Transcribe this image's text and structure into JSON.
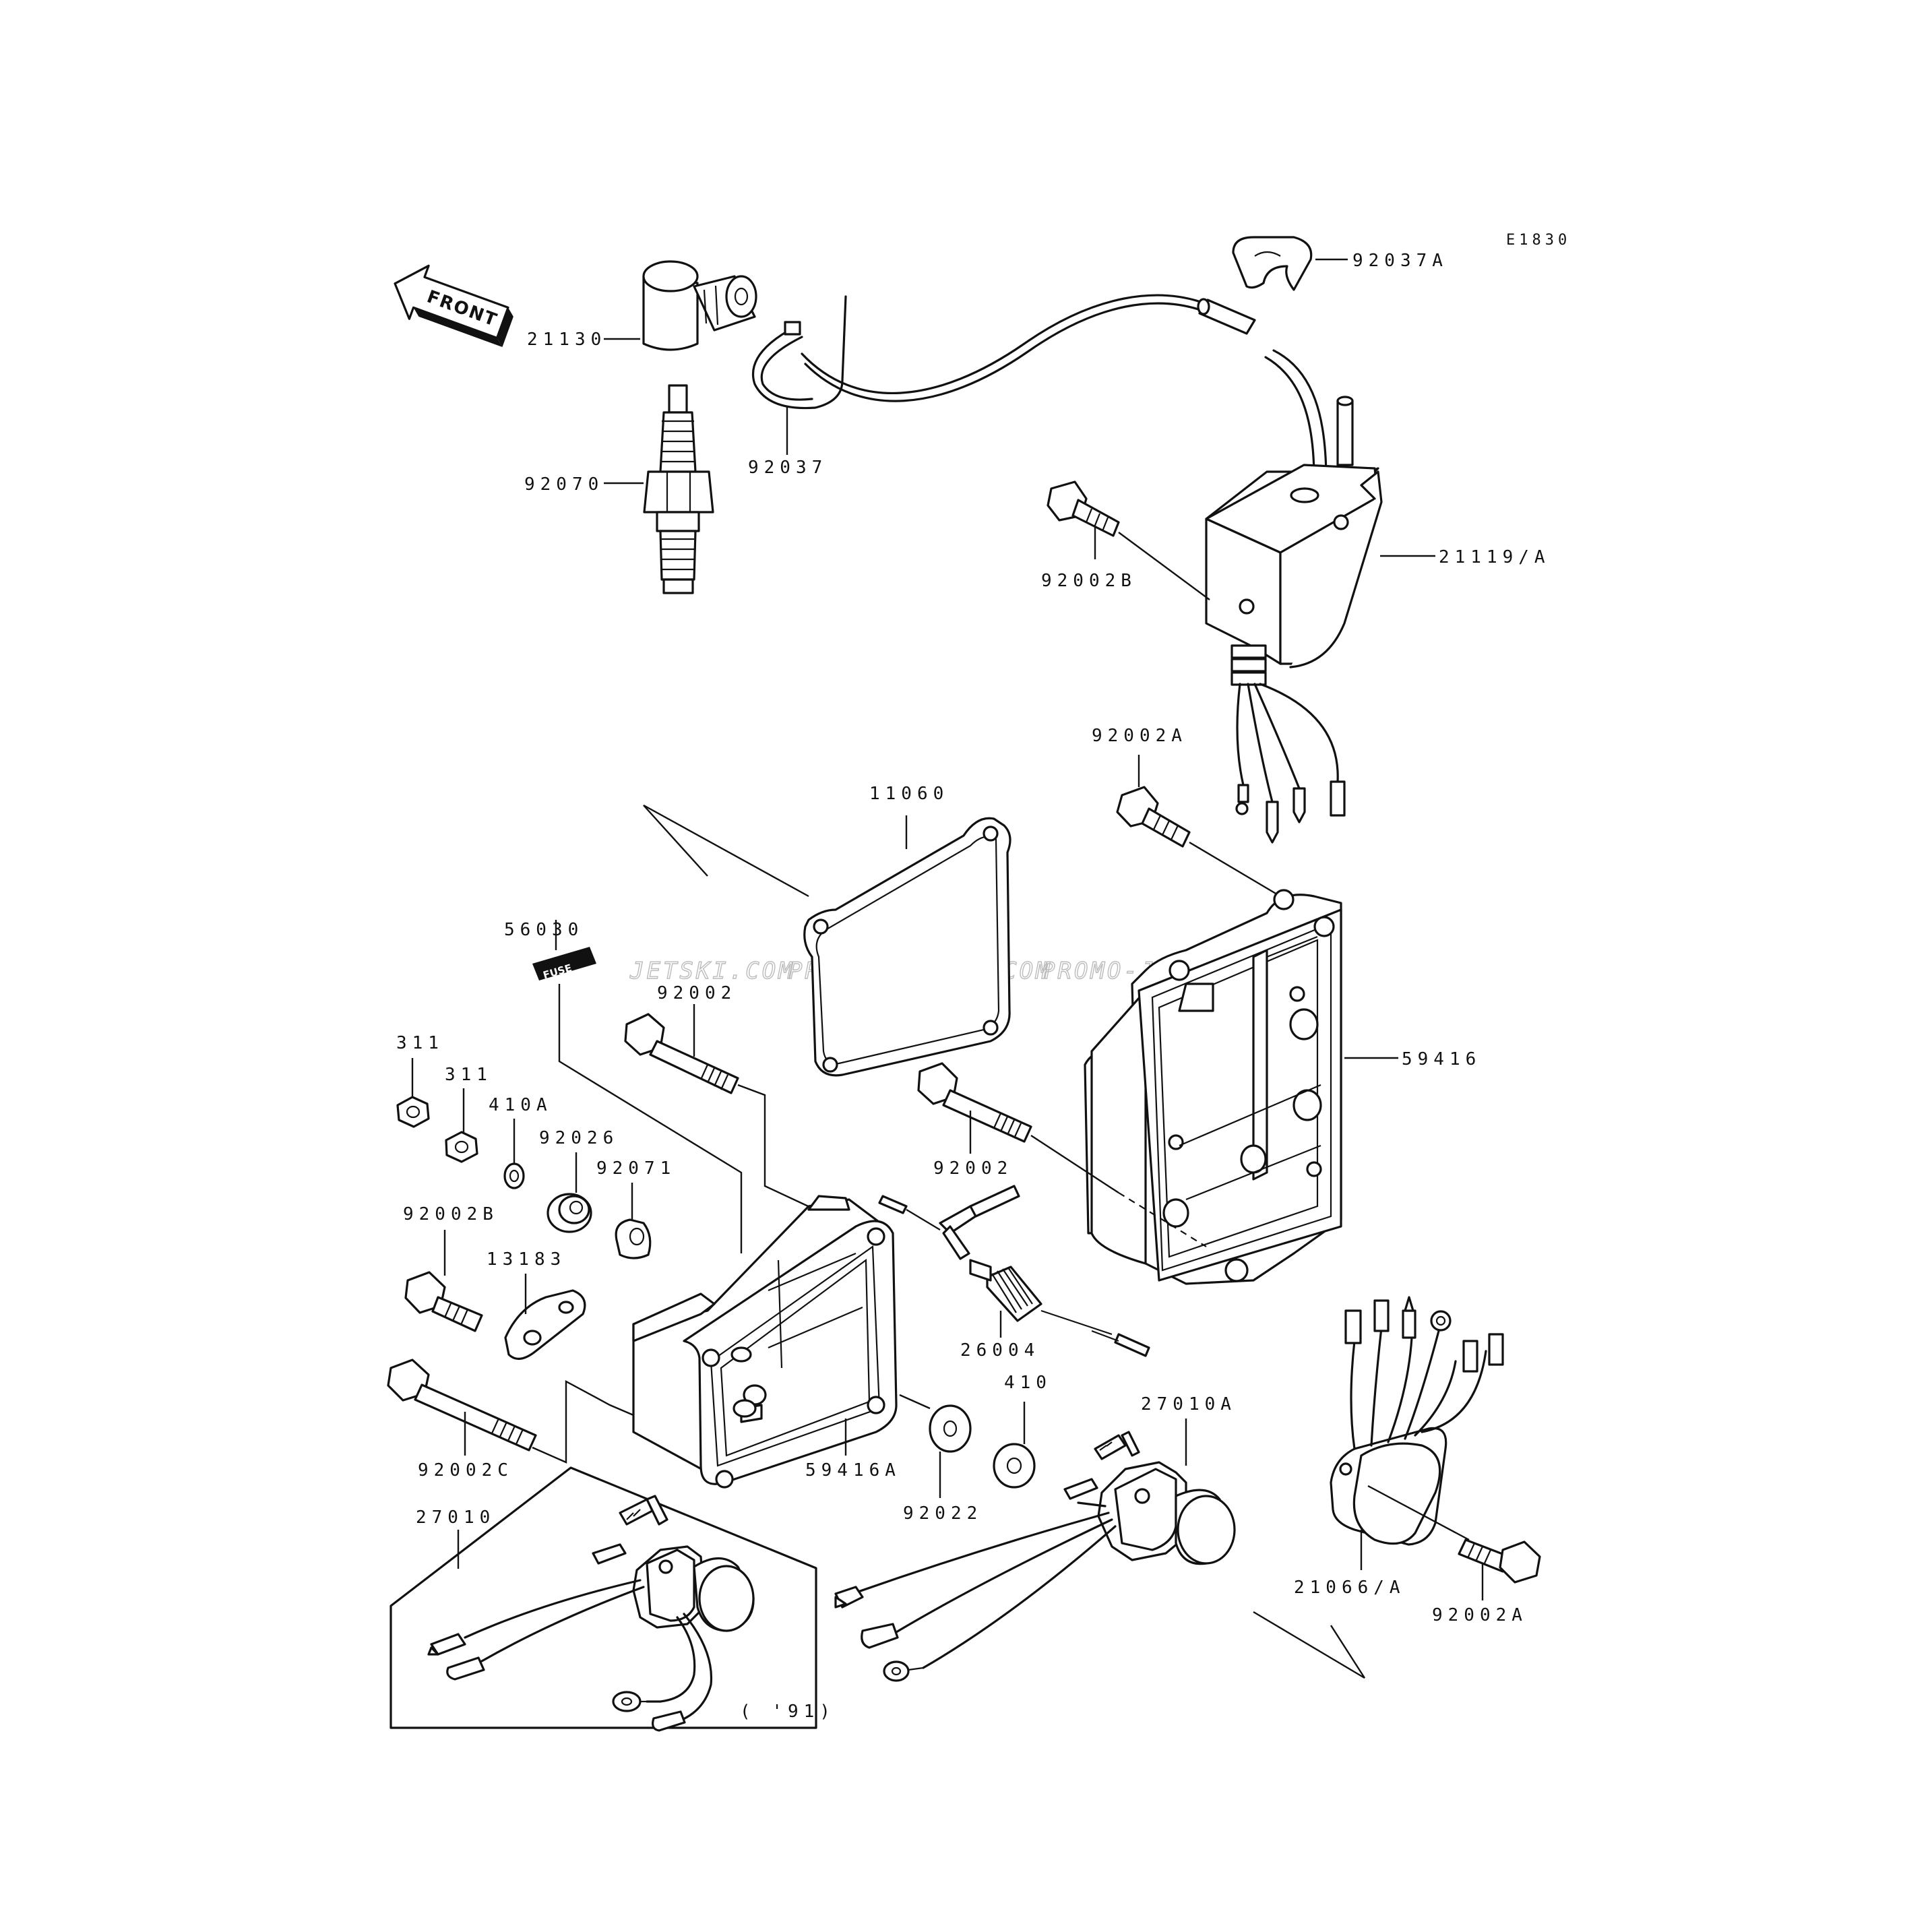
{
  "diagram": {
    "code": "E1830",
    "direction_label": "FRONT",
    "fuse_label": "FUSE",
    "inset_note": "( '91)",
    "watermark": [
      "JETSKI.COM",
      "PROMO-JETSKI.COM",
      "PROMO-JETSKI.COM"
    ],
    "parts": {
      "p92037A": "92037A",
      "p21130": "21130",
      "p92037": "92037",
      "p92070": "92070",
      "p92002B_top": "92002B",
      "p21119A": "21119/A",
      "p92002A_top": "92002A",
      "p11060": "11060",
      "p56030": "56030",
      "p92002_left": "92002",
      "p59416": "59416",
      "p311_a": "311",
      "p311_b": "311",
      "p410A": "410A",
      "p92026": "92026",
      "p92071": "92071",
      "p92002_mid": "92002",
      "p92002B_left": "92002B",
      "p13183": "13183",
      "p26004": "26004",
      "p410": "410",
      "p27010A": "27010A",
      "p59416A": "59416A",
      "p92022": "92022",
      "p92002C": "92002C",
      "p27010": "27010",
      "p21066A": "21066/A",
      "p92002A_bot": "92002A"
    }
  }
}
